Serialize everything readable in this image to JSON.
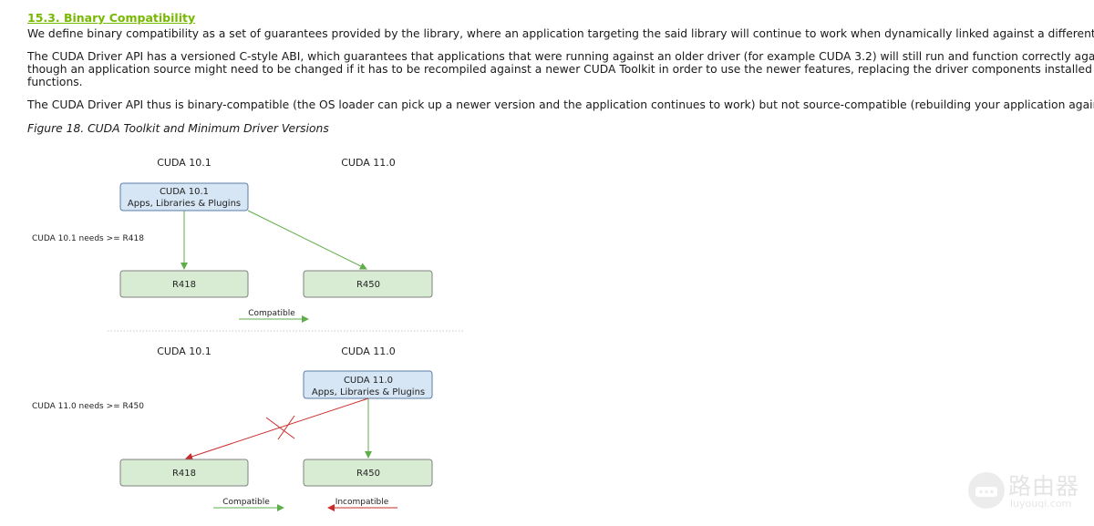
{
  "section": {
    "title": "15.3. Binary Compatibility",
    "paragraphs": [
      "We define binary compatibility as a set of guarantees provided by the library, where an application targeting the said library will continue to work when dynamically linked against a different version of the library.",
      "The CUDA Driver API has a versioned C-style ABI, which guarantees that applications that were running against an older driver (for example CUDA 3.2) will still run and function correctly against a modern driver (for example one shipped with CUDA 11.0). This means that even",
      "though an application source might need to be changed if it has to be recompiled against a newer CUDA Toolkit in order to use the newer features, replacing the driver components installed in a system with a newer version will always support existing applications and its",
      "functions.",
      "The CUDA Driver API thus is binary-compatible (the OS loader can pick up a newer version and the application continues to work) but not source-compatible (rebuilding your application against a newer SDK might require source changes)."
    ],
    "figure_caption": "Figure 18. CUDA Toolkit and Minimum Driver Versions"
  },
  "diagram": {
    "top": {
      "col_left": "CUDA 10.1",
      "col_right": "CUDA 11.0",
      "app_line1": "CUDA 10.1",
      "app_line2": "Apps, Libraries & Plugins",
      "needs": "CUDA 10.1 needs >= R418",
      "driver_left": "R418",
      "driver_right": "R450",
      "legend": "Compatible"
    },
    "bottom": {
      "col_left": "CUDA 10.1",
      "col_right": "CUDA 11.0",
      "app_line1": "CUDA 11.0",
      "app_line2": "Apps, Libraries & Plugins",
      "needs": "CUDA 11.0 needs >= R450",
      "driver_left": "R418",
      "driver_right": "R450",
      "legend_ok": "Compatible",
      "legend_bad": "Incompatible"
    },
    "colors": {
      "app_box_fill": "#d6e6f5",
      "app_box_stroke": "#5b7da6",
      "driver_box_fill": "#d8ecd3",
      "driver_box_stroke": "#808080",
      "compatible_arrow": "#5fae4b",
      "incompatible_arrow": "#cc2b2b"
    }
  },
  "watermark": {
    "brand": "路由器",
    "domain": "luyouqi.com"
  }
}
